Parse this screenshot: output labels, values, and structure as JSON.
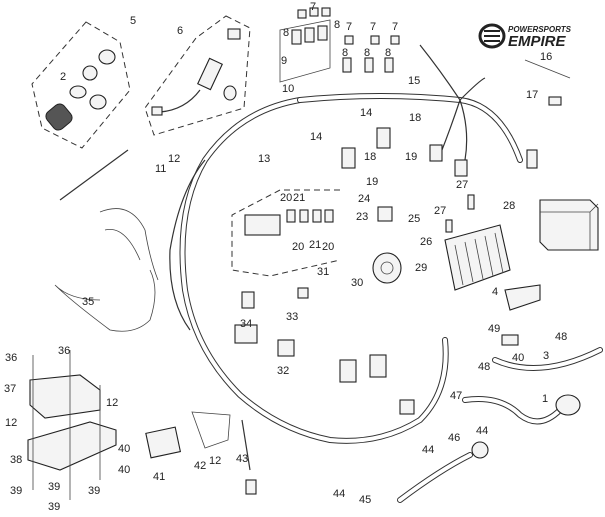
{
  "logo": {
    "line1": "POWERSPORTS",
    "line2": "EMPIRE"
  },
  "callouts": [
    "5",
    "2",
    "6",
    "7",
    "7",
    "7",
    "7",
    "8",
    "8",
    "8",
    "8",
    "8",
    "9",
    "10",
    "11",
    "12",
    "13",
    "14",
    "14",
    "15",
    "16",
    "17",
    "18",
    "18",
    "19",
    "19",
    "20",
    "21",
    "20",
    "21",
    "20",
    "23",
    "24",
    "25",
    "26",
    "27",
    "27",
    "28",
    "29",
    "30",
    "31",
    "33",
    "32",
    "34",
    "35",
    "36",
    "36",
    "37",
    "12",
    "12",
    "38",
    "39",
    "39",
    "39",
    "39",
    "40",
    "40",
    "41",
    "42",
    "12",
    "43",
    "4",
    "49",
    "48",
    "48",
    "40",
    "3",
    "47",
    "1",
    "44",
    "44",
    "44",
    "46",
    "45"
  ]
}
